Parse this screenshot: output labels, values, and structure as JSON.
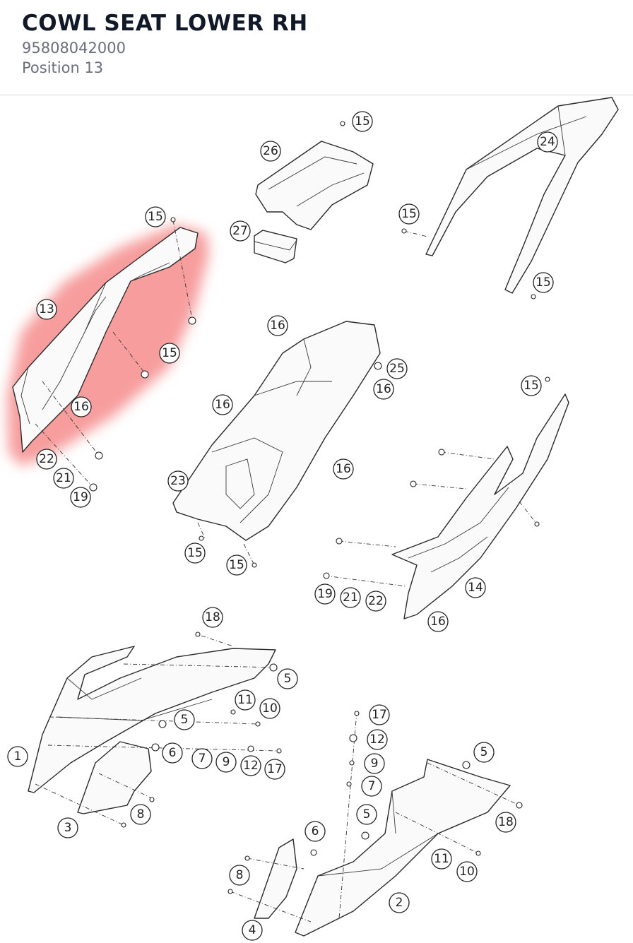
{
  "header": {
    "title": "COWL SEAT LOWER RH",
    "part_number": "95808042000",
    "position_label": "Position 13"
  },
  "highlight": {
    "color": "#f47c7c",
    "position": "13"
  },
  "callouts": [
    "15",
    "26",
    "27",
    "24",
    "15",
    "15",
    "13",
    "15",
    "16",
    "22",
    "21",
    "19",
    "16",
    "16",
    "25",
    "16",
    "16",
    "23",
    "15",
    "15",
    "15",
    "15",
    "19",
    "21",
    "22",
    "14",
    "16",
    "18",
    "5",
    "11",
    "10",
    "5",
    "1",
    "6",
    "7",
    "9",
    "12",
    "17",
    "3",
    "8",
    "17",
    "12",
    "9",
    "7",
    "5",
    "5",
    "18",
    "6",
    "8",
    "11",
    "10",
    "2",
    "4"
  ]
}
